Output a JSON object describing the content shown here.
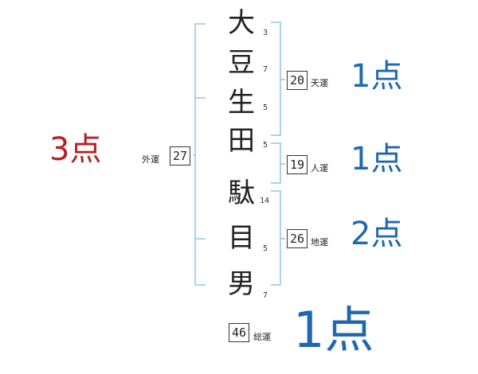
{
  "name_chars": [
    {
      "char": "大",
      "strokes": "3"
    },
    {
      "char": "豆",
      "strokes": "7"
    },
    {
      "char": "生",
      "strokes": "5"
    },
    {
      "char": "田",
      "strokes": "5"
    },
    {
      "char": "駄",
      "strokes": "14"
    },
    {
      "char": "目",
      "strokes": "5"
    },
    {
      "char": "男",
      "strokes": "7"
    }
  ],
  "fortunes": {
    "tenkaku": {
      "value": "20",
      "label": "天運",
      "score": "1点"
    },
    "jinkaku": {
      "value": "19",
      "label": "人運",
      "score": "1点"
    },
    "chikaku": {
      "value": "26",
      "label": "地運",
      "score": "2点"
    },
    "gaikaku": {
      "value": "27",
      "label": "外運",
      "score": "3点"
    },
    "soukaku": {
      "value": "46",
      "label": "総運",
      "score": "1点"
    }
  },
  "colors": {
    "bracket": "#8fc6e6",
    "score_blue": "#1f67b1",
    "score_red": "#b81e24"
  }
}
